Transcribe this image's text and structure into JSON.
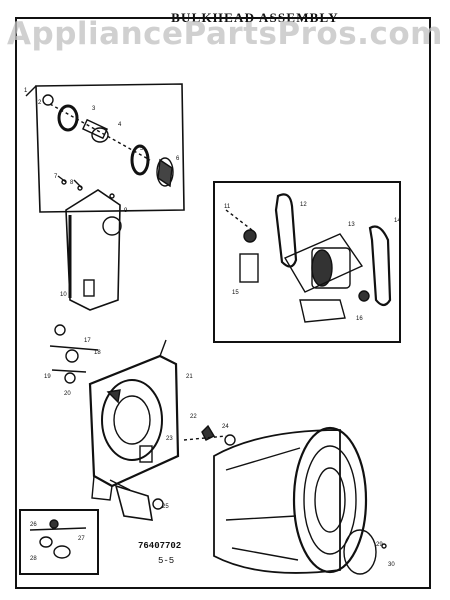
{
  "watermark": {
    "text": "AppliancePartsPros.com"
  },
  "header": {
    "title": "BULKHEAD ASSEMBLY"
  },
  "footer": {
    "part_number": "76407702",
    "page": "5-5"
  }
}
